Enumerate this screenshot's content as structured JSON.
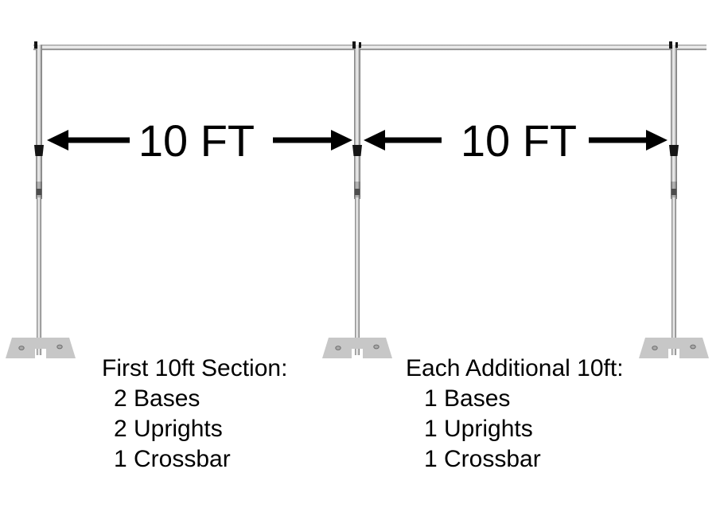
{
  "diagram": {
    "type": "pipe-and-drape-sections",
    "sections": [
      {
        "width_label": "10 FT"
      },
      {
        "width_label": "10 FT"
      }
    ],
    "legend_first": {
      "title": "First 10ft Section:",
      "items": [
        "2 Bases",
        "2 Uprights",
        "1 Crossbar"
      ]
    },
    "legend_additional": {
      "title": "Each Additional 10ft:",
      "items": [
        "1 Bases",
        "1 Uprights",
        "1 Crossbar"
      ]
    },
    "colors": {
      "background": "#ffffff",
      "arrow": "#000000",
      "text": "#000000",
      "clamp": "#151515",
      "pole_edge": "#6d6d6d",
      "pole_highlight": "#f4f4f4",
      "base_fill": "#c7c7c7",
      "base_edge": "#3f3f3f"
    }
  }
}
